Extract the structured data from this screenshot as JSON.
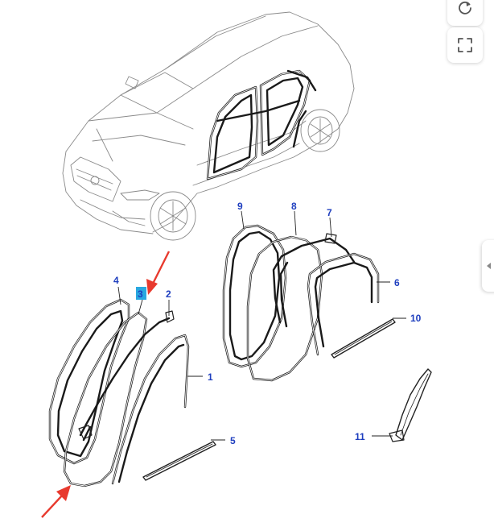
{
  "callouts": {
    "c1": "1",
    "c2": "2",
    "c3": "3",
    "c4": "4",
    "c5": "5",
    "c6": "6",
    "c7": "7",
    "c8": "8",
    "c9": "9",
    "c10": "10",
    "c11": "11"
  },
  "icons": {
    "reset": "reset-icon",
    "expand": "expand-icon",
    "side_tab": "chevron-left-icon"
  },
  "colors": {
    "callout_text": "#1f3fbf",
    "highlight_box": "#2aa8e0",
    "annotation_arrow": "#e83a2e"
  }
}
